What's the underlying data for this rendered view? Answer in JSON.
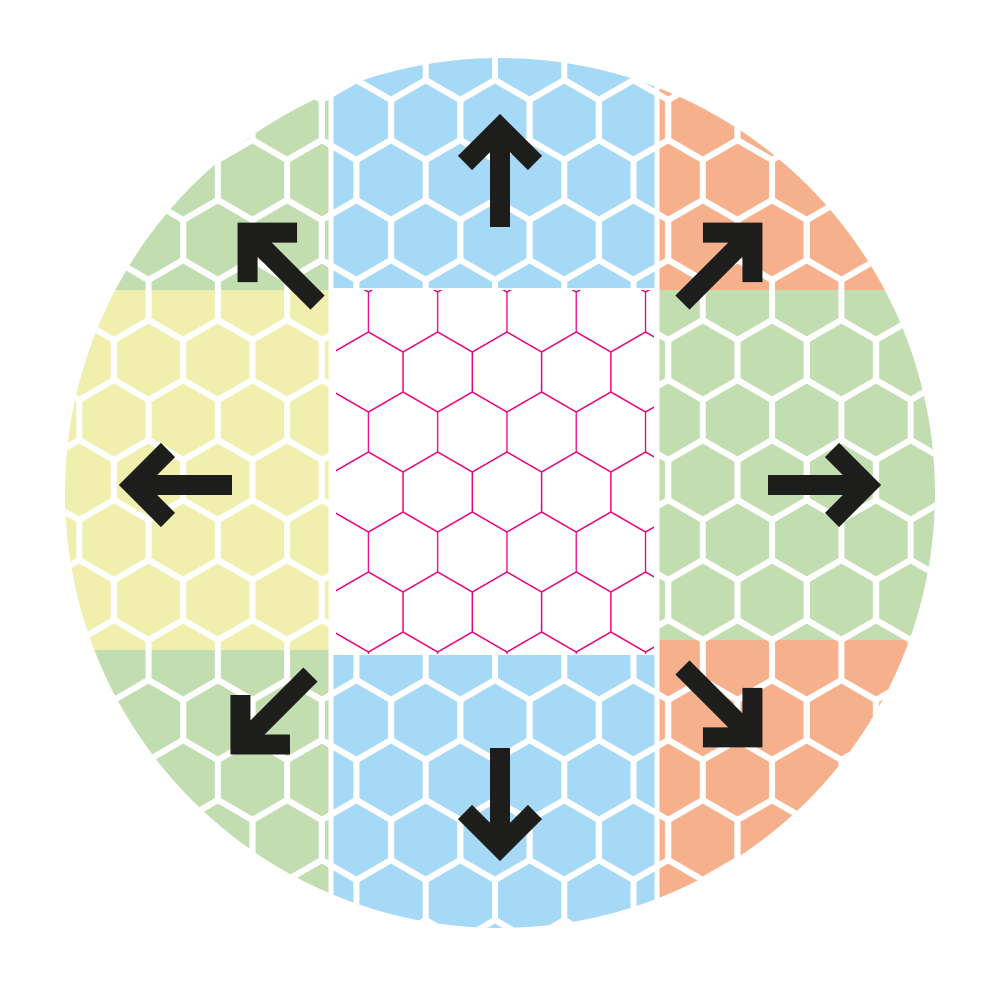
{
  "colors": {
    "blue": "#a6d9f5",
    "green": "#c2ddb0",
    "orange": "#f7b08c",
    "yellow": "#f0efad",
    "center_outline": "#e6007e",
    "arrow": "#1d1d1b",
    "tile_lines": "#ffffff"
  },
  "arrows": [
    {
      "name": "arrow-up-icon",
      "direction": "up",
      "angle": 0
    },
    {
      "name": "arrow-up-right-icon",
      "direction": "up-right",
      "angle": 45
    },
    {
      "name": "arrow-right-icon",
      "direction": "right",
      "angle": 90
    },
    {
      "name": "arrow-down-right-icon",
      "direction": "down-right",
      "angle": 135
    },
    {
      "name": "arrow-down-icon",
      "direction": "down",
      "angle": 180
    },
    {
      "name": "arrow-down-left-icon",
      "direction": "down-left",
      "angle": 225
    },
    {
      "name": "arrow-left-icon",
      "direction": "left",
      "angle": 270
    },
    {
      "name": "arrow-up-left-icon",
      "direction": "up-left",
      "angle": 315
    }
  ]
}
